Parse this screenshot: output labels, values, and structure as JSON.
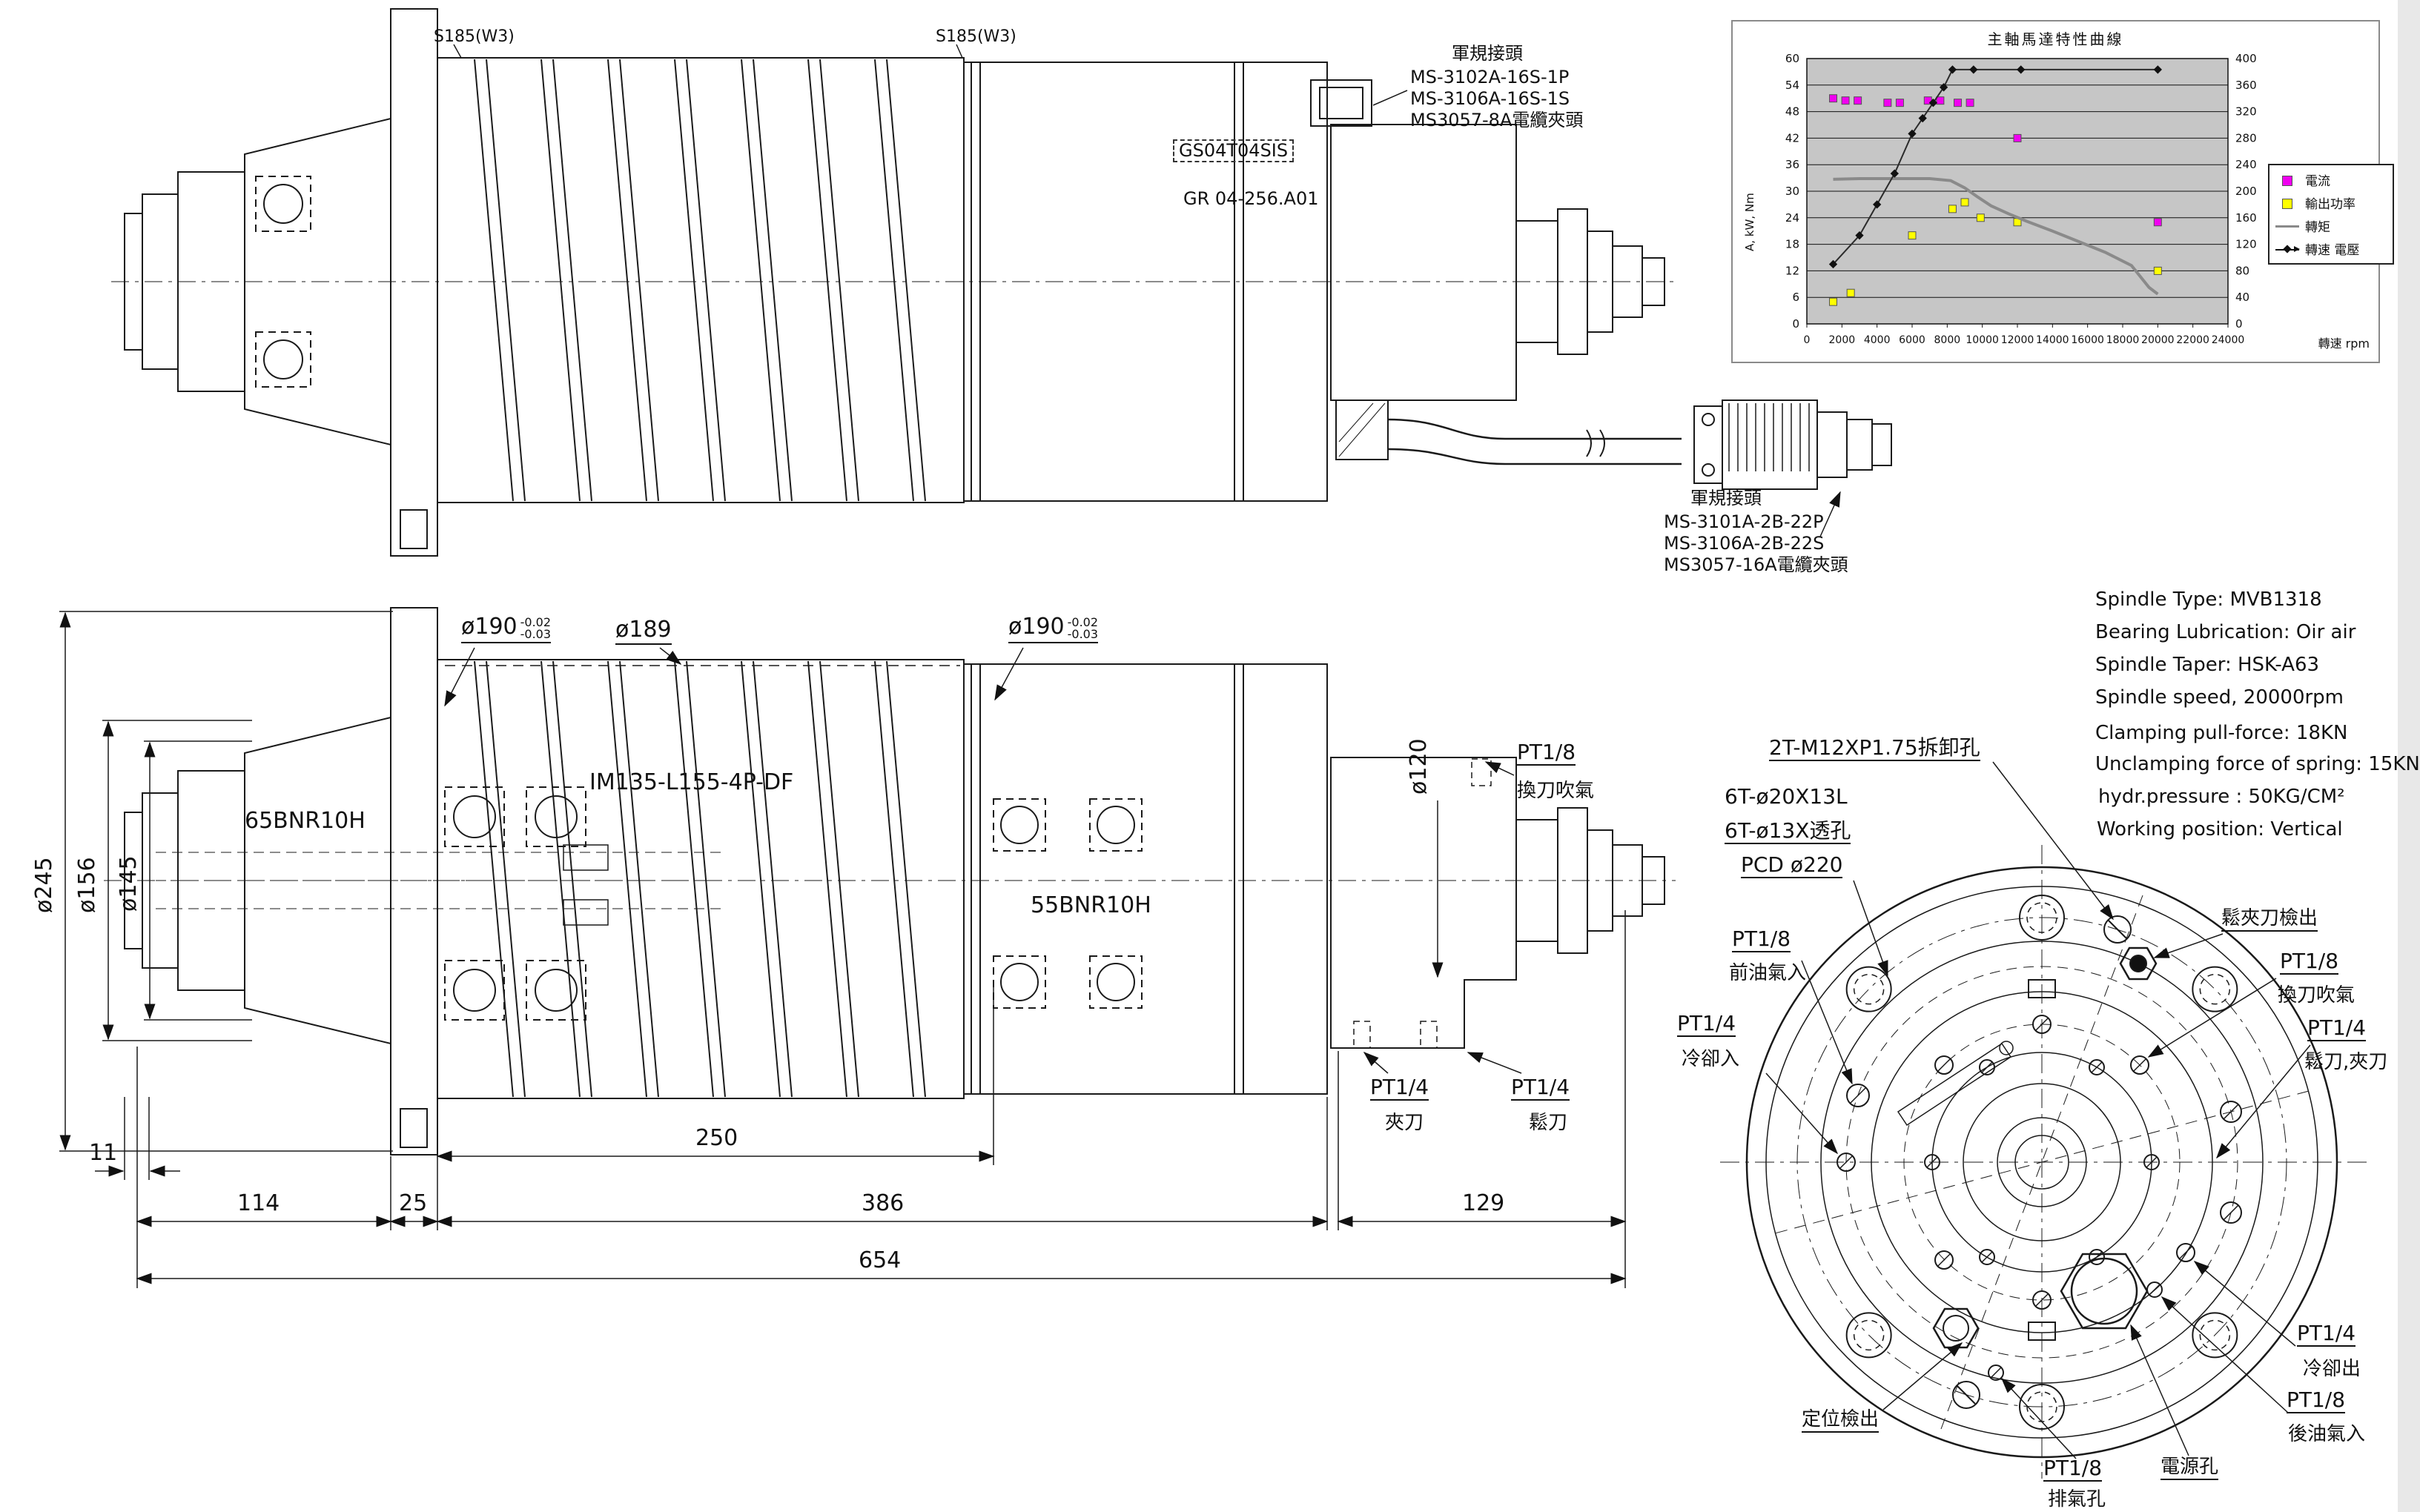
{
  "top_view": {
    "s185": "S185(W3)",
    "connector_top": {
      "title": "軍規接頭",
      "line1": "MS-3102A-16S-1P",
      "line2": "MS-3106A-16S-1S",
      "line3": "MS3057-8A電纜夾頭"
    },
    "sensor": "GS04T04SIS",
    "part_no": "GR 04-256.A01",
    "connector_cable": {
      "title": "軍規接頭",
      "line1": "MS-3101A-2B-22P",
      "line2": "MS-3106A-2B-22S",
      "line3": "MS3057-16A電纜夾頭"
    }
  },
  "side_view": {
    "dia190": {
      "main": "ø190",
      "sup": "-0.02",
      "sub": "-0.03"
    },
    "dia189": "ø189",
    "dia120": "ø120",
    "pt18": "PT1/8",
    "pt14": "PT1/4",
    "blow": "換刀吹氣",
    "clamp": "夾刀",
    "unclamp": "鬆刀",
    "bearing_front": "65BNR10H",
    "motor": "IM135-L155-4P-DF",
    "bearing_rear": "55BNR10H",
    "dims": {
      "d11": "11",
      "d114": "114",
      "d25": "25",
      "d250": "250",
      "d386": "386",
      "d654": "654",
      "d129": "129",
      "dia245": "ø245",
      "dia156": "ø156",
      "dia145": "ø145"
    }
  },
  "front_view": {
    "remove_holes": "2T-M12XP1.75拆卸孔",
    "cbore_holes": "6T-ø20X13L",
    "thru_holes": "6T-ø13X透孔",
    "pcd": "PCD ø220",
    "front_oil_1": "PT1/8",
    "front_oil_2": "前油氣入",
    "cool_in_1": "PT1/4",
    "cool_in_2": "冷卻入",
    "unclamp_detect": "鬆夾刀檢出",
    "blow_1": "PT1/8",
    "blow_2": "換刀吹氣",
    "unclamp_clamp_1": "PT1/4",
    "unclamp_clamp_2": "鬆刀,夾刀",
    "cool_out_1": "PT1/4",
    "cool_out_2": "冷卻出",
    "rear_oil_1": "PT1/8",
    "rear_oil_2": "後油氣入",
    "power": "電源孔",
    "exhaust_1": "PT1/8",
    "exhaust_2": "排氣孔",
    "position_detect": "定位檢出"
  },
  "specs": {
    "lines": [
      "Spindle Type: MVB1318",
      "Bearing Lubrication: Oir air",
      "Spindle Taper: HSK-A63",
      "Spindle speed, 20000rpm",
      "Clamping pull-force: 18KN",
      "Unclamping force of spring: 15KN",
      "hydr.pressure : 50KG/CM²",
      "Working position: Vertical"
    ]
  },
  "chart_data": {
    "type": "line",
    "title": "主軸馬達特性曲線",
    "xlabel": "轉速 rpm",
    "ylabel_left": "A, kW, Nm",
    "xlim": [
      0,
      24000
    ],
    "ylim_left": [
      0,
      60
    ],
    "ylim_right": [
      0,
      400
    ],
    "x_ticks": [
      0,
      2000,
      4000,
      6000,
      8000,
      10000,
      12000,
      14000,
      16000,
      18000,
      20000,
      22000,
      24000
    ],
    "left_ticks": [
      0,
      6,
      12,
      18,
      24,
      30,
      36,
      42,
      48,
      54,
      60
    ],
    "right_ticks": [
      0,
      40,
      80,
      120,
      160,
      200,
      240,
      280,
      320,
      360,
      400
    ],
    "grid": true,
    "legend_position": "right",
    "plot_bg": "#c6c6c6",
    "series": [
      {
        "name": "電流",
        "color": "#f000f0",
        "marker": "square",
        "line": false,
        "axis": "left",
        "x": [
          1500,
          2200,
          2900,
          4600,
          5300,
          6900,
          7600,
          8600,
          9300,
          12000,
          20000
        ],
        "y": [
          51,
          50.5,
          50.5,
          50,
          50,
          50.5,
          50.5,
          50,
          50,
          42,
          23
        ]
      },
      {
        "name": "輸出功率",
        "color": "#ffff00",
        "marker": "square",
        "line": false,
        "axis": "left",
        "x": [
          1500,
          2500,
          6000,
          8300,
          9000,
          9900,
          12000,
          20000
        ],
        "y": [
          5,
          7,
          20,
          26,
          27.5,
          24,
          23,
          12
        ]
      },
      {
        "name": "轉矩",
        "color": "#8a8a8a",
        "marker": "none",
        "line": true,
        "width": 4,
        "axis": "right",
        "x": [
          1500,
          3000,
          5000,
          7000,
          8200,
          9000,
          9700,
          10500,
          11500,
          12500,
          14000,
          15500,
          17000,
          18500,
          19500,
          20000
        ],
        "y": [
          218,
          219,
          219,
          219,
          216,
          205,
          192,
          178,
          166,
          155,
          140,
          124,
          108,
          88,
          55,
          45
        ]
      },
      {
        "name": "轉速 電壓",
        "color": "#2b2b2b",
        "marker": "diamond",
        "line": true,
        "width": 2,
        "axis": "left",
        "x": [
          1500,
          3000,
          4000,
          5000,
          6000,
          6600,
          7200,
          7800,
          8300,
          9500,
          12200,
          20000
        ],
        "y": [
          13.5,
          20,
          27,
          34,
          43,
          46.5,
          50,
          53.5,
          57.5,
          57.5,
          57.5,
          57.5
        ]
      }
    ]
  }
}
